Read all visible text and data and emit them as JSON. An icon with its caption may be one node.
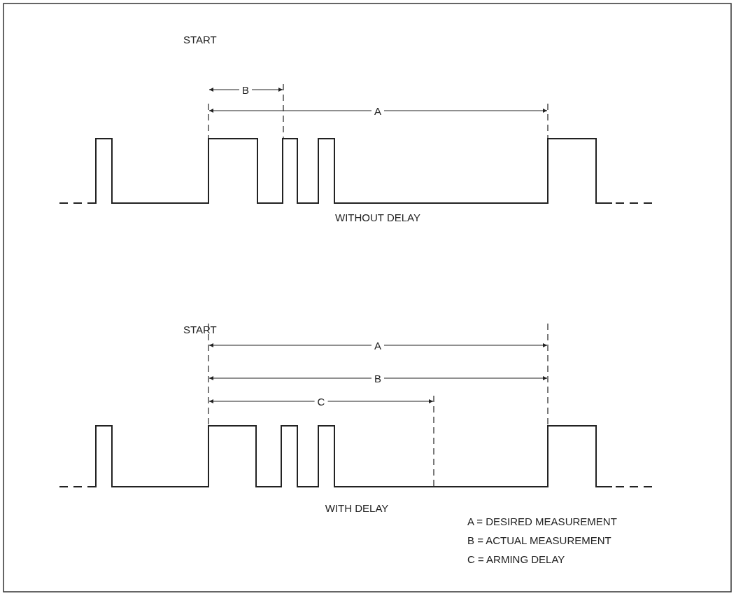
{
  "diagram": {
    "labels": [
      "START",
      "A",
      "B",
      "WITHOUT DELAY",
      "START",
      "A",
      "B",
      "C",
      "WITH DELAY",
      "A = DESIRED MEASUREMENT",
      "B = ACTUAL MEASUREMENT",
      "C = ARMING DELAY"
    ]
  }
}
